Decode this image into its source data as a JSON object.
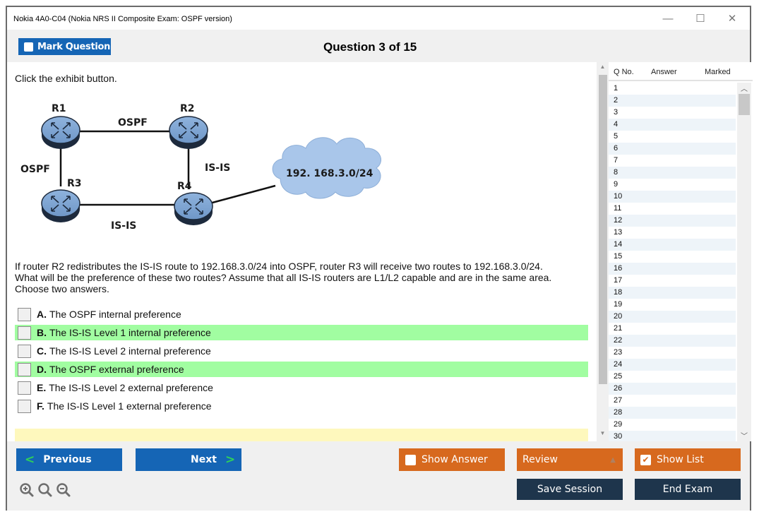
{
  "window": {
    "title": "Nokia 4A0-C04 (Nokia NRS II Composite Exam: OSPF version)",
    "controls": {
      "minimize": "—",
      "maximize": "☐",
      "close": "✕"
    }
  },
  "toolbar": {
    "mark_question_label": "Mark Question",
    "mark_question_checked": false,
    "question_counter": "Question 3 of 15"
  },
  "question": {
    "intro": "Click the exhibit button.",
    "exhibit": {
      "routers": [
        "R1",
        "R2",
        "R3",
        "R4"
      ],
      "links": [
        {
          "from": "R1",
          "to": "R2",
          "protocol": "OSPF"
        },
        {
          "from": "R1",
          "to": "R3",
          "protocol": "OSPF"
        },
        {
          "from": "R2",
          "to": "R4",
          "protocol": "IS-IS"
        },
        {
          "from": "R3",
          "to": "R4",
          "protocol": "IS-IS"
        }
      ],
      "network": "192.168.3.0/24",
      "labels": {
        "r1": "R1",
        "r2": "R2",
        "r3": "R3",
        "r4": "R4",
        "r1_r2": "OSPF",
        "r1_r3": "OSPF",
        "r2_r4": "IS-IS",
        "r3_r4": "IS-IS",
        "cloud": "192. 168.3.0/24"
      }
    },
    "text_lines": [
      "If router R2 redistributes the IS-IS route to 192.168.3.0/24 into OSPF, router R3 will receive two routes to 192.168.3.0/24.",
      "What will be the preference of these two routes? Assume that all IS-IS routers are L1/L2 capable and are in the same area.",
      "Choose two answers."
    ],
    "options": [
      {
        "letter": "A.",
        "text": "The OSPF internal preference",
        "highlighted": false,
        "checked": false
      },
      {
        "letter": "B.",
        "text": "The IS-IS Level 1 internal preference",
        "highlighted": true,
        "checked": false
      },
      {
        "letter": "C.",
        "text": "The IS-IS Level 2 internal preference",
        "highlighted": false,
        "checked": false
      },
      {
        "letter": "D.",
        "text": "The OSPF external preference",
        "highlighted": true,
        "checked": false
      },
      {
        "letter": "E.",
        "text": "The IS-IS Level 2 external preference",
        "highlighted": false,
        "checked": false
      },
      {
        "letter": "F.",
        "text": "The IS-IS Level 1 external preference",
        "highlighted": false,
        "checked": false
      }
    ],
    "answer_explanation": ""
  },
  "question_list": {
    "headers": {
      "qno": "Q No.",
      "answer": "Answer",
      "marked": "Marked"
    },
    "rows": [
      "1",
      "2",
      "3",
      "4",
      "5",
      "6",
      "7",
      "8",
      "9",
      "10",
      "11",
      "12",
      "13",
      "14",
      "15",
      "16",
      "17",
      "18",
      "19",
      "20",
      "21",
      "22",
      "23",
      "24",
      "25",
      "26",
      "27",
      "28",
      "29",
      "30"
    ]
  },
  "footer": {
    "previous_label": "Previous",
    "next_label": "Next",
    "show_answer_label": "Show Answer",
    "show_answer_checked": false,
    "review_label": "Review",
    "show_list_label": "Show List",
    "show_list_checked": true,
    "save_session_label": "Save Session",
    "end_exam_label": "End Exam"
  },
  "colors": {
    "primary_blue": "#1565b5",
    "orange": "#d7691e",
    "navy": "#1e354c",
    "correct_highlight": "#a1fda1",
    "answer_panel": "#fef8bd",
    "chevron_green": "#2fd05a"
  }
}
